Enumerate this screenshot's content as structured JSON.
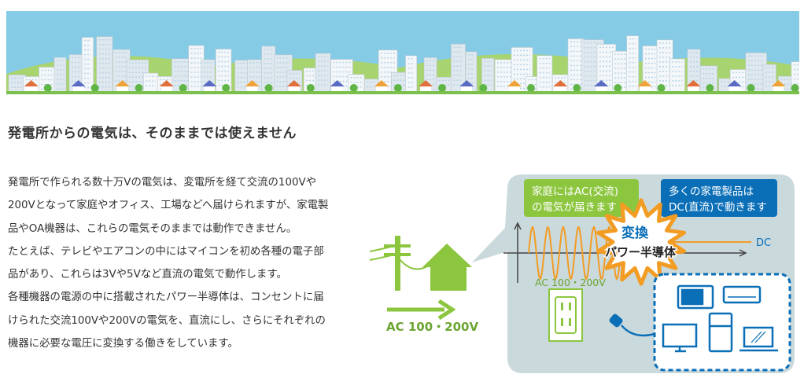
{
  "heading": "発電所からの電気は、そのままでは使えません",
  "paragraph_lines": [
    "発電所で作られる数十万Vの電気は、変電所を経て交流の100Vや",
    "200Vとなって家庭やオフィス、工場などへ届けられますが、家電製",
    "品やOA機器は、これらの電気そのままでは動作できません。",
    "たとえば、テレビやエアコンの中にはマイコンを初め各種の電子部",
    "品があり、これらは3Vや5Vなど直流の電気で動作します。",
    "各種機器の電源の中に搭載されたパワー半導体は、コンセントに届",
    "けられた交流100Vや200Vの電気を、直流にし、さらにそれぞれの",
    "機器に必要な電圧に変換する働きをしています。"
  ],
  "diagram": {
    "supply_label": "AC 100・200V",
    "ac_box": [
      "家庭にはAC(交流)",
      "の電気が届きます"
    ],
    "dc_box": [
      "多くの家電製品は",
      "DC(直流)で動きます"
    ],
    "convert_label": "変換",
    "semiconductor_label": "パワー半導体",
    "dc_label": "DC",
    "ac_wave_label": "AC 100・200V",
    "colors": {
      "green": "#8cc63f",
      "blue": "#0b6fb8",
      "orange": "#f39c24",
      "panel": "#cad9dc"
    }
  }
}
